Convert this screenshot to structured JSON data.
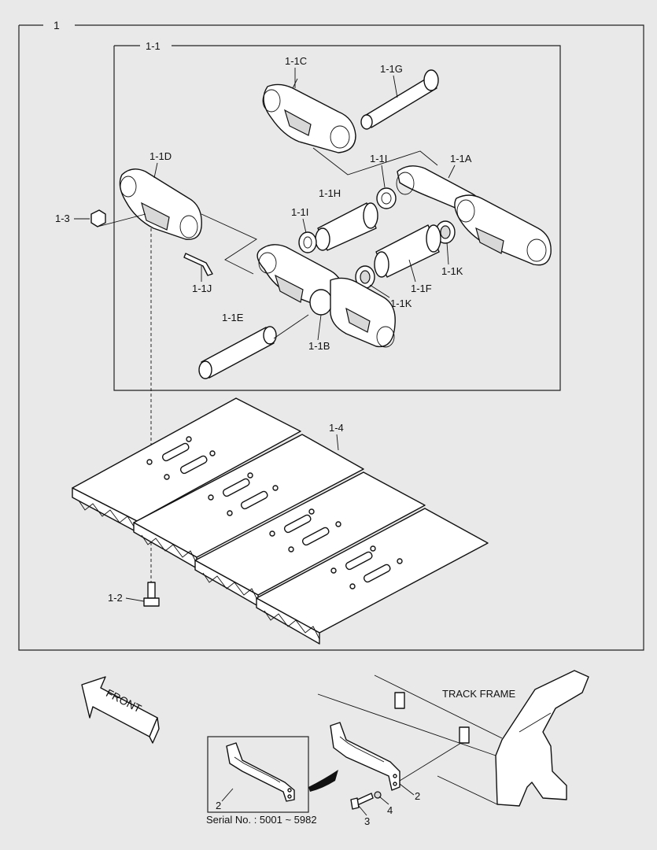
{
  "labels": {
    "main_group": "1",
    "sub_group": "1-1",
    "link_c": "1-1C",
    "pin_g": "1-1G",
    "link_d": "1-1D",
    "seal_i_top": "1-1I",
    "link_a": "1-1A",
    "bushing_h": "1-1H",
    "seal_i_left": "1-1I",
    "nut": "1-3",
    "seal_k_right": "1-1K",
    "bushing_f": "1-1F",
    "pin_j": "1-1J",
    "seal_k_mid": "1-1K",
    "pin_e": "1-1E",
    "link_b": "1-1B",
    "shoe": "1-4",
    "bolt": "1-2",
    "track_frame": "TRACK FRAME",
    "front": "FRONT",
    "guard_inset": "2",
    "guard": "2",
    "washer": "4",
    "bolt_small": "3",
    "serial": "Serial No. : 5001 ~ 5982"
  }
}
